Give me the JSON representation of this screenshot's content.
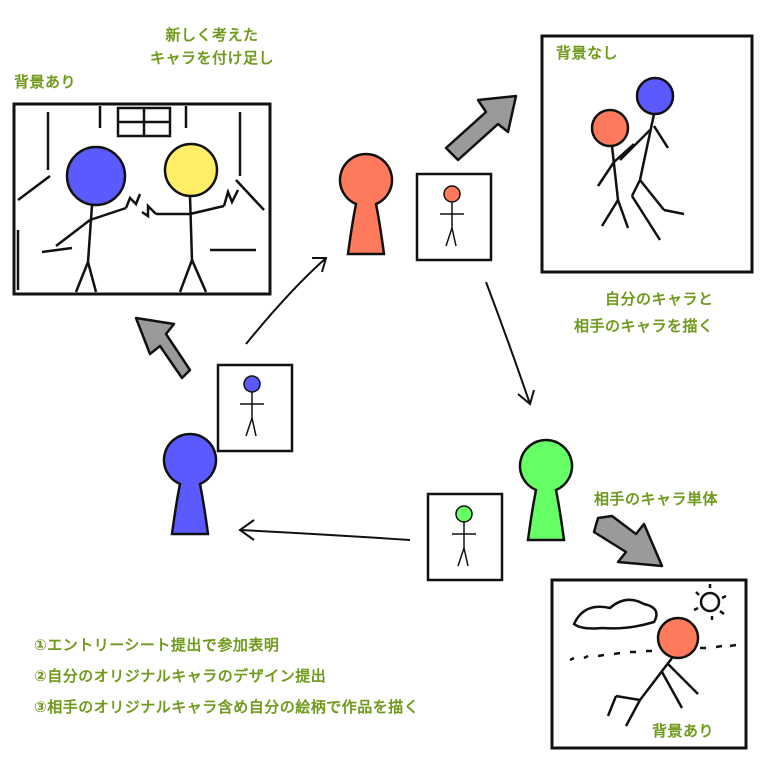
{
  "labels": {
    "new_char_line1": "新しく考えた",
    "new_char_line2": "キャラを付け足し",
    "bg_yes_topleft": "背景あり",
    "bg_none": "背景なし",
    "draw_both_line1": "自分のキャラと",
    "draw_both_line2": "相手のキャラを描く",
    "partner_single": "相手のキャラ単体",
    "bg_yes_bottomright": "背景あり"
  },
  "steps": [
    "①エントリーシート提出で参加表明",
    "②自分のオリジナルキャラのデザイン提出",
    "③相手のオリジナルキャラ含め自分の絵柄で作品を描く"
  ],
  "colors": {
    "label_green": "#6f9a1c",
    "participant_red": "#ff7a5c",
    "participant_green": "#66ff66",
    "participant_blue": "#5a5aff",
    "char_yellow": "#ffee66",
    "arrow_gray": "#9a9a9a",
    "ink": "#111111"
  }
}
